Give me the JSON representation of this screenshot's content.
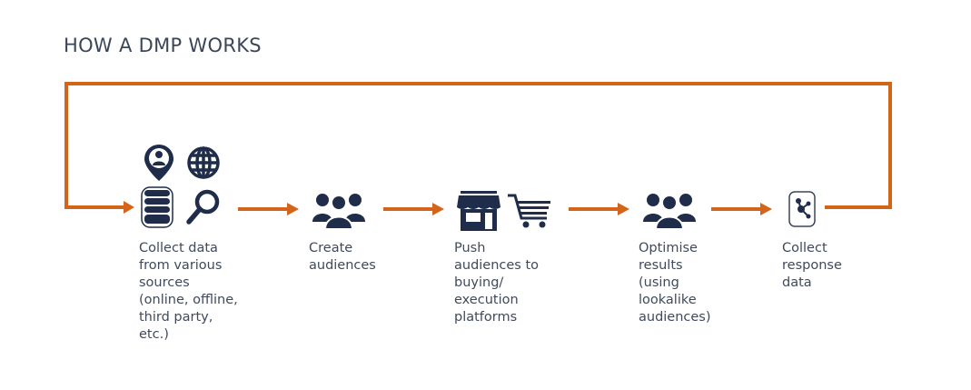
{
  "title": "HOW A DMP WORKS",
  "colors": {
    "accent": "#d2651a",
    "icon": "#1f2d4b",
    "text": "#3f4a5c"
  },
  "steps": [
    {
      "label": "Collect data\nfrom various\nsources\n(online, offline,\nthird party,\netc.)",
      "icons": [
        "location-person-icon",
        "globe-icon",
        "database-icon",
        "search-icon"
      ]
    },
    {
      "label": "Create\naudiences",
      "icons": [
        "audience-group-icon"
      ]
    },
    {
      "label": "Push\naudiences to\nbuying/\nexecution\nplatforms",
      "icons": [
        "store-icon",
        "shopping-cart-icon"
      ]
    },
    {
      "label": "Optimise\nresults\n(using\nlookalike\naudiences)",
      "icons": [
        "audience-group-icon"
      ]
    },
    {
      "label": "Collect\nresponse\ndata",
      "icons": [
        "data-network-icon"
      ]
    }
  ]
}
